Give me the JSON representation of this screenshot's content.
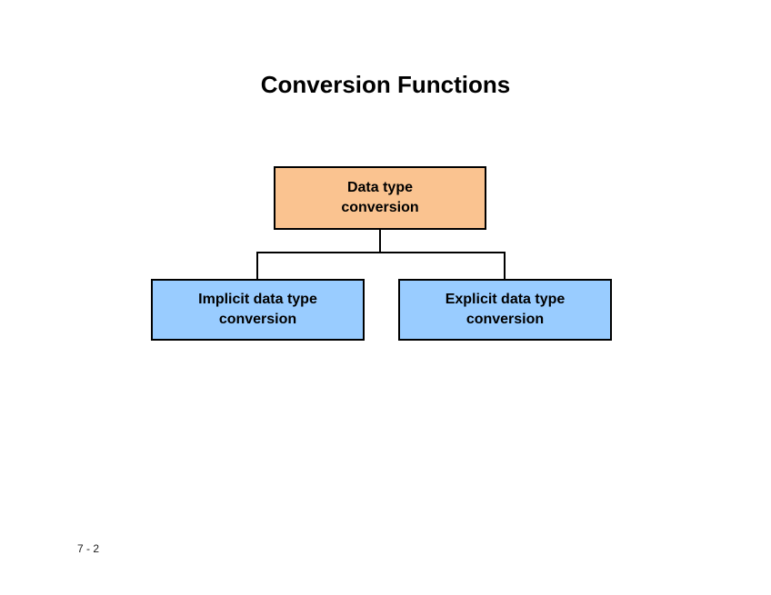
{
  "slide": {
    "title": "Conversion Functions",
    "page_number": "7 - 2",
    "background_color": "#ffffff"
  },
  "diagram": {
    "type": "hierarchy",
    "border_color": "#000000",
    "connector_color": "#000000",
    "root": {
      "label": "Data type\nconversion",
      "fill": "#FAC390"
    },
    "children": [
      {
        "label": "Implicit data type\nconversion",
        "fill": "#99CCFF"
      },
      {
        "label": "Explicit data type\nconversion",
        "fill": "#99CCFF"
      }
    ]
  }
}
